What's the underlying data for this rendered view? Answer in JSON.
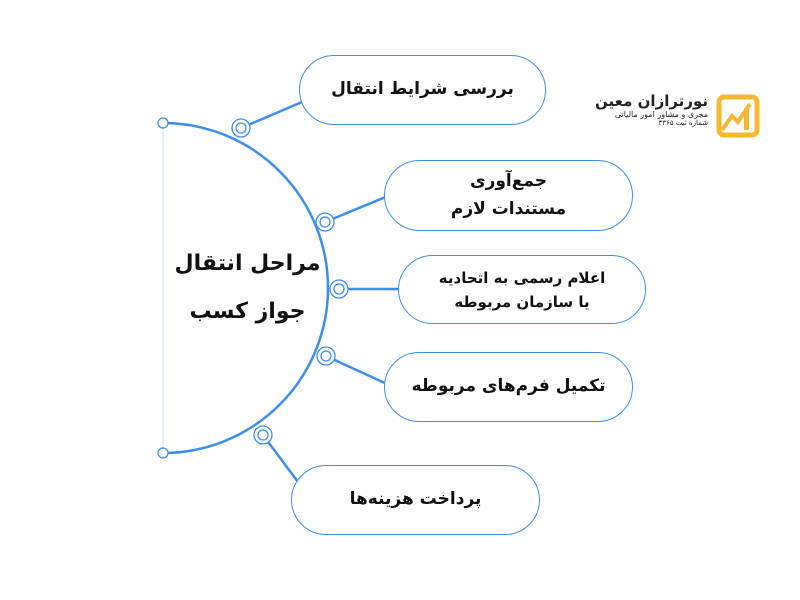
{
  "center": {
    "line1": "مراحل انتقال",
    "line2": "جواز کسب"
  },
  "steps": [
    {
      "lines": [
        "بررسی شرایط انتقال"
      ]
    },
    {
      "lines": [
        "جمع‌آوری",
        "مستندات لازم"
      ]
    },
    {
      "lines": [
        "اعلام رسمی به اتحادیه",
        "یا سازمان مربوطه"
      ]
    },
    {
      "lines": [
        "تکمیل فرم‌های مربوطه"
      ]
    },
    {
      "lines": [
        "پرداخت هزینه‌ها"
      ]
    }
  ],
  "logo": {
    "name": "نورترازان معین",
    "subtitle": "مجری و مشاور امور مالیاتی",
    "registration": "شماره ثبت ۳۳۶۵"
  },
  "colors": {
    "accent": "#3b8ef0",
    "logo": "#f5b82e"
  }
}
